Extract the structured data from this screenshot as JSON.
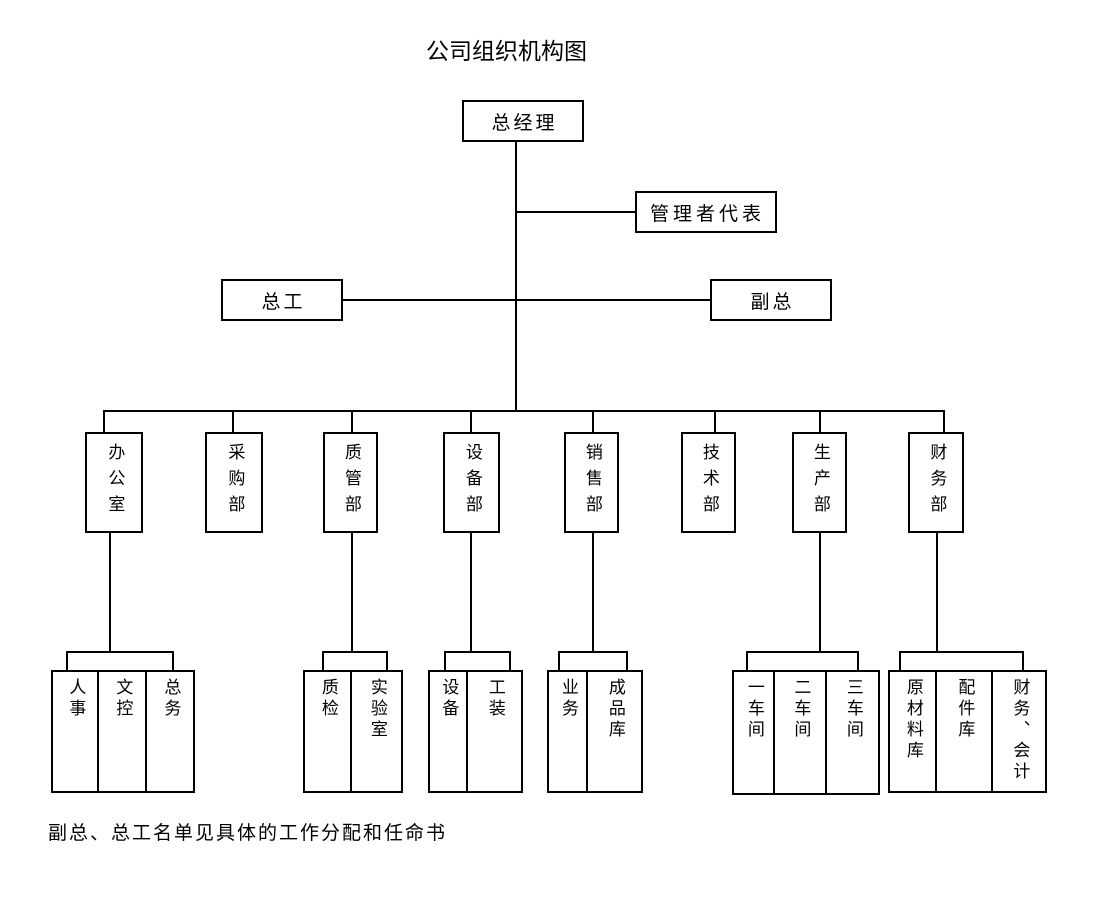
{
  "title": "公司组织机构图",
  "footnote": "副总、总工名单见具体的工作分配和任命书",
  "colors": {
    "line": "#000000",
    "background": "#ffffff",
    "text": "#000000"
  },
  "org": {
    "root": {
      "label": "总经理"
    },
    "staff": {
      "management_representative": {
        "label": "管理者代表"
      },
      "chief_engineer": {
        "label": "总工"
      },
      "deputy_general_manager": {
        "label": "副总"
      }
    },
    "departments": [
      {
        "label": "办公室",
        "children": [
          {
            "label": "人事"
          },
          {
            "label": "文控"
          },
          {
            "label": "总务"
          }
        ]
      },
      {
        "label": "采购部",
        "children": []
      },
      {
        "label": "质管部",
        "children": [
          {
            "label": "质检"
          },
          {
            "label": "实验室"
          }
        ]
      },
      {
        "label": "设备部",
        "children": [
          {
            "label": "设备"
          },
          {
            "label": "工装"
          }
        ]
      },
      {
        "label": "销售部",
        "children": [
          {
            "label": "业务"
          },
          {
            "label": "成品库"
          }
        ]
      },
      {
        "label": "技术部",
        "children": []
      },
      {
        "label": "生产部",
        "children": [
          {
            "label": "一车间"
          },
          {
            "label": "二车间"
          },
          {
            "label": "三车间"
          }
        ]
      },
      {
        "label": "财务部",
        "children": [
          {
            "label": "原材料库"
          },
          {
            "label": "配件库"
          },
          {
            "label": "财务、会计"
          }
        ]
      }
    ]
  }
}
